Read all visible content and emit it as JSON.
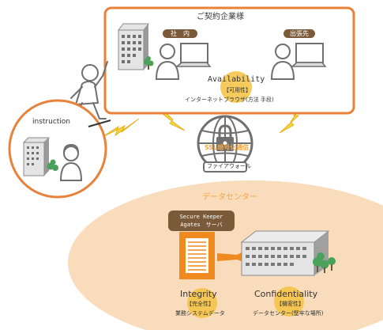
{
  "office": {
    "title": "ご契約企業様",
    "tag_internal": "社　内",
    "tag_remote": "出張先"
  },
  "availability": {
    "title": "Availability",
    "subtitle": "【可用性】",
    "desc": "インターネットブラウザ(方法 手段)"
  },
  "instruction": {
    "label": "instruction"
  },
  "firewall": {
    "ssl_label": "SSL暗号化通信",
    "label": "ファイアウォール"
  },
  "datacenter": {
    "title": "データセンター",
    "server_tag_line1": "Secure Keeper",
    "server_tag_line2": "Agates　サーバ"
  },
  "integrity": {
    "title": "Integrity",
    "subtitle": "【完全性】",
    "desc": "業務システムデータ"
  },
  "confidentiality": {
    "title": "Confidentiality",
    "subtitle": "【機密性】",
    "desc": "データセンター(堅牢な場所)"
  },
  "colors": {
    "orange": "#e8823a",
    "peach": "#f8dcbc",
    "gold": "#f5c242",
    "brown": "#7b5a3a",
    "gray": "#6f6f6f"
  }
}
